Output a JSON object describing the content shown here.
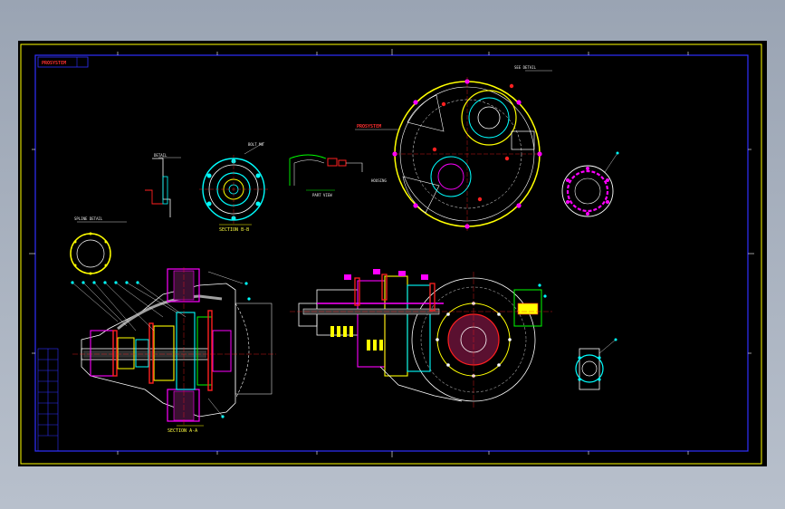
{
  "title_block": {
    "stamp": "PROSYSTEM"
  },
  "views": {
    "section_b": "SECTION B-B",
    "section_a": "SECTION A-A"
  },
  "colors": {
    "background": "#000000",
    "frame": "#ffffff",
    "border_blue": "#3030ff",
    "yellow": "#ffff00",
    "cyan": "#00ffff",
    "magenta": "#ff00ff",
    "red": "#ff2020",
    "green": "#00ff00",
    "gray": "#a0a0a0"
  }
}
